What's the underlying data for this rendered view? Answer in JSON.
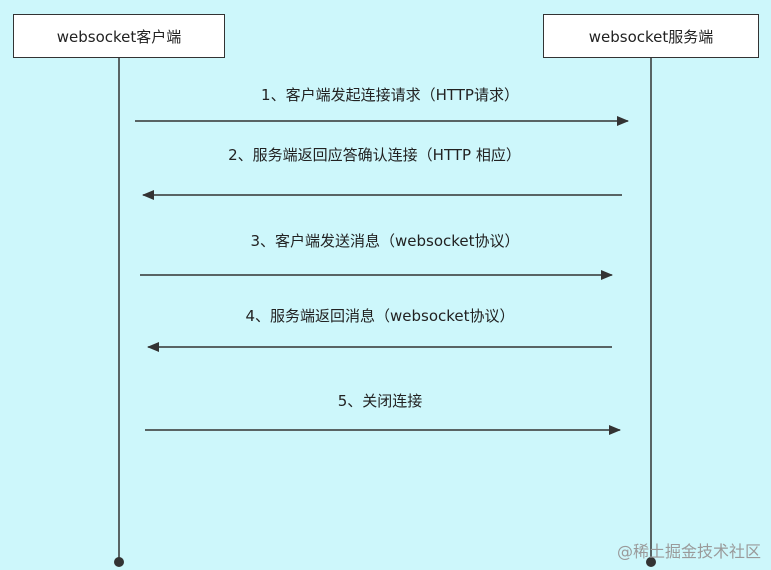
{
  "actors": {
    "client": "websocket客户端",
    "server": "websocket服务端"
  },
  "messages": [
    {
      "label": "1、客户端发起连接请求（HTTP请求）",
      "direction": "client-to-server"
    },
    {
      "label": "2、服务端返回应答确认连接（HTTP 相应）",
      "direction": "server-to-client"
    },
    {
      "label": "3、客户端发送消息（websocket协议）",
      "direction": "client-to-server"
    },
    {
      "label": "4、服务端返回消息（websocket协议）",
      "direction": "server-to-client"
    },
    {
      "label": "5、关闭连接",
      "direction": "client-to-server"
    }
  ],
  "watermark": "@稀土掘金技术社区",
  "colors": {
    "background": "#cdf7fb",
    "line": "#333333",
    "box_fill": "#ffffff",
    "watermark": "#9a9a9a"
  }
}
